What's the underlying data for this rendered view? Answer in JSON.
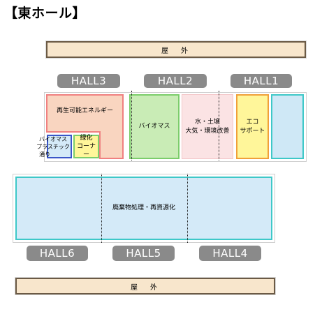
{
  "title": "【東ホール】",
  "outdoor_label": "屋　外",
  "halls": {
    "h1": "HALL1",
    "h2": "HALL2",
    "h3": "HALL3",
    "h4": "HALL4",
    "h5": "HALL5",
    "h6": "HALL6"
  },
  "zones": {
    "renewable": "再生可能エネルギー",
    "biomass_street_line1": "バイオマス",
    "biomass_street_line2": "プラスチック",
    "biomass_street_line3": "通り",
    "greening_line1": "緑化",
    "greening_line2": "コーナー",
    "biomass": "バイオマス",
    "water_line1": "水・土壌",
    "water_line2": "大気・環境改善",
    "eco_line1": "エコ",
    "eco_line2": "サポート",
    "waste": "廃棄物処理・再資源化"
  },
  "colors": {
    "renewable": "#f9d5c0",
    "renewable_border": "#f08080",
    "biomass": "#c9ecb6",
    "biomass_border": "#7ccd6b",
    "water": "#fbe3e4",
    "eco": "#fff69a",
    "eco_border": "#f0a03a",
    "hall1_zone": "#cfe8f6",
    "hall1_zone_border": "#3ec8c8",
    "waste": "#d4eaf8",
    "waste_border": "#3ec8c8",
    "street_border": "#3a56c8",
    "greening_border": "#7ccd6b"
  }
}
